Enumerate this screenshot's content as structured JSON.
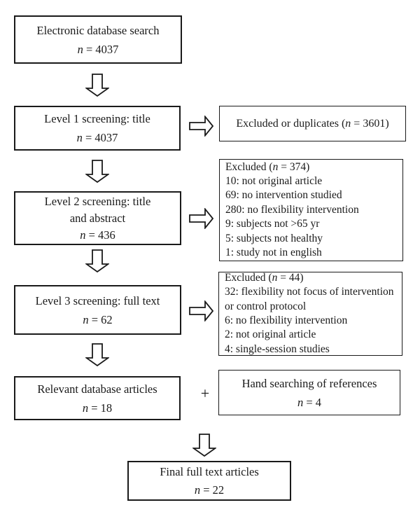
{
  "figure": {
    "background": "#ffffff",
    "line_color": "#1a1a1a",
    "plus_sign": "+"
  },
  "icons": {
    "down_arrow": "hollow-block-arrow-down",
    "right_arrow": "hollow-block-arrow-right"
  },
  "boxes": {
    "electronic": {
      "title": "Electronic database search",
      "n": "n",
      "n_rest": " = 4037"
    },
    "level1": {
      "title": "Level 1 screening: title",
      "n": "n",
      "n_rest": " = 4037"
    },
    "excluded1": {
      "prefix": "Excluded or duplicates (",
      "n": "n",
      "suffix": " = 3601)"
    },
    "level2": {
      "title_line1": "Level 2 screening: title",
      "title_line2": "and abstract",
      "n": "n",
      "n_rest": " = 436"
    },
    "excluded2": {
      "header_prefix": "Excluded (",
      "n": "n",
      "header_suffix": " = 374)",
      "items": [
        "10: not original article",
        "69: no intervention studied",
        "280: no flexibility intervention",
        "9: subjects not >65 yr",
        "5: subjects not healthy",
        "1: study not in english"
      ]
    },
    "level3": {
      "title": "Level 3 screening: full text",
      "n": "n",
      "n_rest": " = 62"
    },
    "excluded3": {
      "header_prefix": "Excluded (",
      "n": "n",
      "header_suffix": " = 44)",
      "items": [
        "32: flexibility not focus of intervention or control protocol",
        "6: no flexibility intervention",
        "2: not original article",
        "4: single-session studies"
      ]
    },
    "relevant": {
      "title": "Relevant database articles",
      "n": "n",
      "n_rest": " = 18"
    },
    "hand": {
      "title": "Hand searching of references",
      "n": "n",
      "n_rest": " = 4"
    },
    "final": {
      "title": "Final full text articles",
      "n": "n",
      "n_rest": " = 22"
    }
  }
}
